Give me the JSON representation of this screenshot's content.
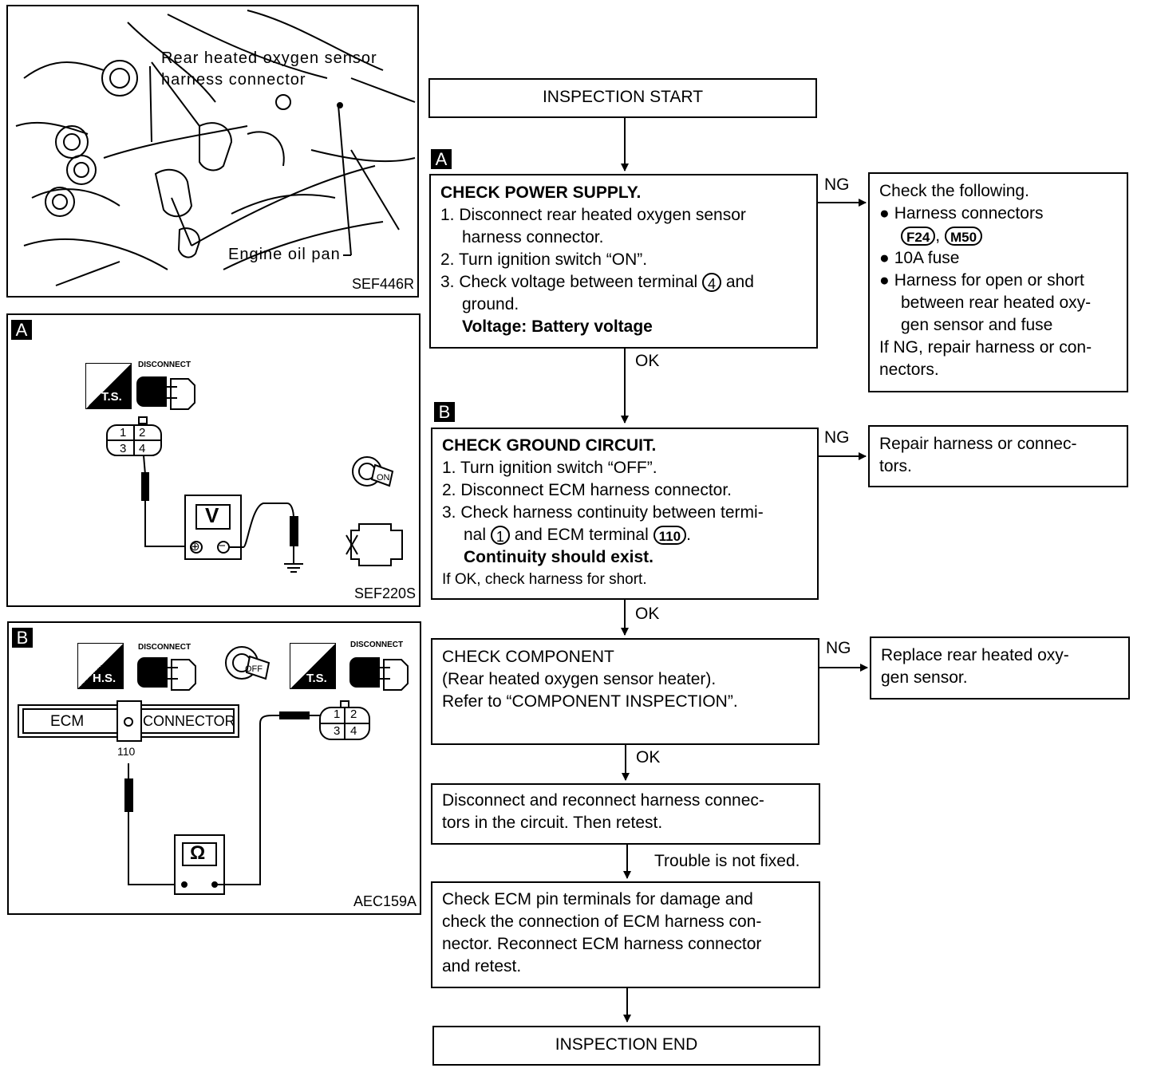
{
  "fig1": {
    "callout_sensor_line1": "Rear heated oxygen sensor",
    "callout_sensor_line2": "harness connector",
    "callout_oilpan": "Engine oil pan",
    "code": "SEF446R"
  },
  "fig2": {
    "tag": "A",
    "disconnect_label": "DISCONNECT",
    "ts_label": "T.S.",
    "pins": [
      "1",
      "2",
      "3",
      "4"
    ],
    "meter_symbol": "V",
    "ignition_label": "ON",
    "code": "SEF220S"
  },
  "fig3": {
    "tag": "B",
    "hs_label": "H.S.",
    "disconnect_label": "DISCONNECT",
    "ignition_label": "OFF",
    "ts_label": "T.S.",
    "ecm_label": "ECM",
    "connector_label": "CONNECTOR",
    "terminal_label": "110",
    "pins": [
      "1",
      "2",
      "3",
      "4"
    ],
    "meter_symbol": "Ω",
    "code": "AEC159A"
  },
  "flow": {
    "start": "INSPECTION START",
    "end": "INSPECTION END",
    "step_a": {
      "tag": "A",
      "title": "CHECK POWER SUPPLY.",
      "l1": "1. Disconnect rear heated oxygen sensor",
      "l2": "harness connector.",
      "l3": "2. Turn ignition switch “ON”.",
      "l4a": "3. Check voltage between terminal",
      "l4_terminal": "4",
      "l4b": "and",
      "l5": "ground.",
      "spec": "Voltage: Battery voltage"
    },
    "ng_a": {
      "l1": "Check the following.",
      "b1": "Harness connectors",
      "conn1": "F24",
      "sep": ",",
      "conn2": "M50",
      "b2": "10A fuse",
      "b3": "Harness for open or short",
      "b3b": "between rear heated oxy-",
      "b3c": "gen sensor and fuse",
      "l5": "If NG, repair harness or con-",
      "l6": "nectors."
    },
    "step_b": {
      "tag": "B",
      "title": "CHECK GROUND CIRCUIT.",
      "l1": "1. Turn ignition switch “OFF”.",
      "l2": "2. Disconnect ECM harness connector.",
      "l3": "3. Check harness continuity between termi-",
      "l4a": "nal",
      "l4_terminal": "1",
      "l4b": "and ECM terminal",
      "l4_ecm": "110",
      "l4c": ".",
      "spec": "Continuity should exist.",
      "l5": "If OK, check harness for short."
    },
    "ng_b": {
      "l1": "Repair harness or connec-",
      "l2": "tors."
    },
    "step_c": {
      "l1": "CHECK COMPONENT",
      "l2": "(Rear heated oxygen sensor heater).",
      "l3": "Refer to “COMPONENT INSPECTION”."
    },
    "ng_c": {
      "l1": "Replace rear heated oxy-",
      "l2": "gen sensor."
    },
    "step_d": {
      "l1": "Disconnect and reconnect harness connec-",
      "l2": "tors in the circuit. Then retest."
    },
    "step_e": {
      "l1": "Check ECM pin terminals for damage and",
      "l2": "check the connection of ECM harness con-",
      "l3": "nector. Reconnect ECM harness connector",
      "l4": "and retest."
    },
    "labels": {
      "ok": "OK",
      "ng": "NG",
      "not_fixed": "Trouble is not fixed."
    }
  }
}
